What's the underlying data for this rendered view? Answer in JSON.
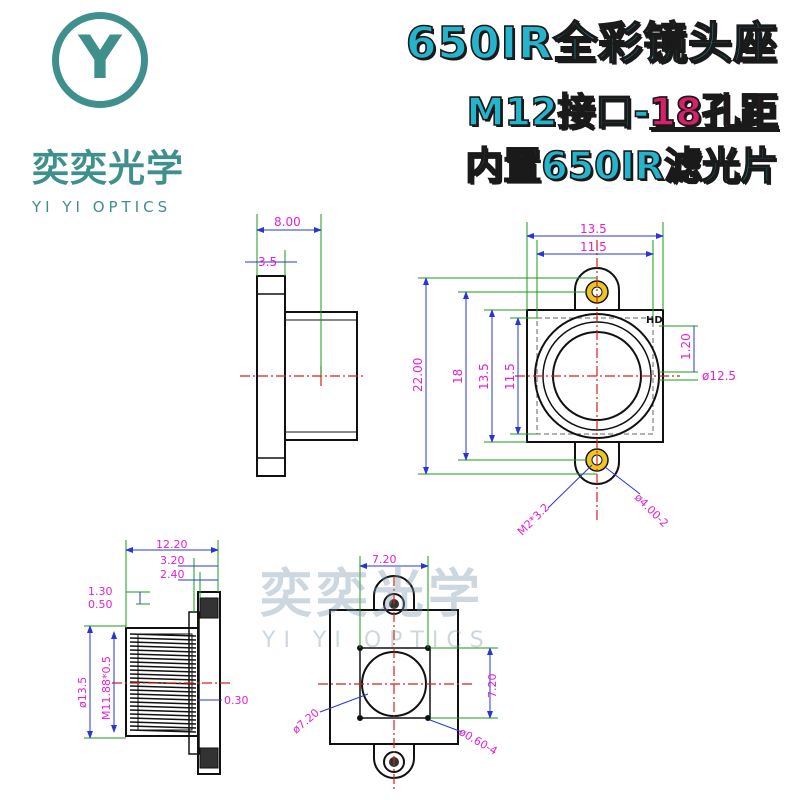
{
  "brand": {
    "logo_letter": "Y",
    "name_cn": "奕奕光学",
    "name_en": "YI YI OPTICS",
    "color": "#3f8f8d"
  },
  "title": {
    "line1": "650IR全彩镜头座",
    "line2_prefix": "M12接口-",
    "line2_accent": "18孔距",
    "line3": "内置650IR滤光片",
    "text_color": "#25b4cc",
    "accent_color": "#d81f6a"
  },
  "watermark": {
    "cn": "奕奕光学",
    "en": "YI YI OPTICS"
  },
  "colors": {
    "dimension": "#e51fd6",
    "extension": "#1a9a1a",
    "dim_line": "#2a35d8",
    "center_line": "#d82020",
    "outline": "#111111",
    "hole_fill": "#f1c521"
  },
  "side_view": {
    "dim_overall": "8.00",
    "dim_flange": "3.5"
  },
  "front_view": {
    "width_outer": "13.5",
    "width_inner": "11.5",
    "height_overall": "22.00",
    "hole_pitch": "18",
    "height_outer": "13.5",
    "height_inner": "11.5",
    "gap": "1.20",
    "bore": "ø12.5",
    "screw": "M2*3.2",
    "hole": "ø4.00-2",
    "badge": "HD"
  },
  "section_view": {
    "length": "12.20",
    "d1": "3.20",
    "d2": "2.40",
    "d3": "1.30",
    "d4": "0.50",
    "outer_dia": "ø13.5",
    "thread": "M11.88*0.5",
    "step": "0.30"
  },
  "bottom_view": {
    "width": "7.20",
    "height": "7.20",
    "inner_dia": "ø7.20",
    "pins": "ø0.60-4"
  }
}
